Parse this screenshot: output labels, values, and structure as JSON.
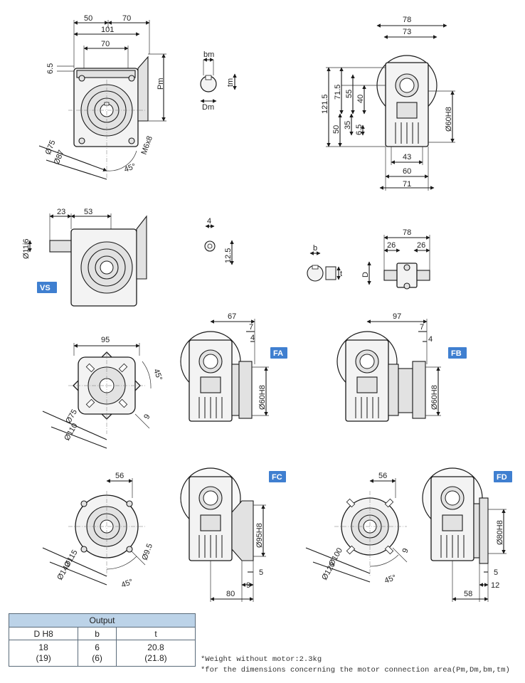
{
  "views": {
    "top_left": {
      "dims": [
        "50",
        "70",
        "101",
        "70",
        "6.5",
        "Pm",
        "Ø75",
        "Ø87",
        "M6x8",
        "45°"
      ]
    },
    "shaft_key": {
      "dims": [
        "bm",
        "tm",
        "Dm"
      ]
    },
    "top_right": {
      "dims": [
        "78",
        "73",
        "121.5",
        "71.5",
        "55",
        "40",
        "50",
        "35",
        "6.5",
        "Ø60H8",
        "43",
        "60",
        "71"
      ]
    },
    "vs": {
      "label": "VS",
      "dims": [
        "23",
        "53",
        "Ø11j6"
      ]
    },
    "small_key": {
      "dims": [
        "4",
        "12.5"
      ]
    },
    "output_key": {
      "dims": [
        "b",
        "t",
        "D"
      ]
    },
    "double_shaft": {
      "dims": [
        "78",
        "26",
        "26"
      ]
    },
    "flange_sq": {
      "dims": [
        "95",
        "45°",
        "Ø75",
        "Ø110",
        "9"
      ]
    },
    "fa": {
      "label": "FA",
      "dims": [
        "67",
        "7",
        "4",
        "Ø60H8"
      ]
    },
    "fb": {
      "label": "FB",
      "dims": [
        "97",
        "7",
        "4",
        "Ø60H8"
      ]
    },
    "flange_round1": {
      "dims": [
        "56",
        "Ø9.5",
        "Ø115",
        "Ø140",
        "45°"
      ]
    },
    "fc": {
      "label": "FC",
      "dims": [
        "Ø95H8",
        "5",
        "9",
        "80"
      ]
    },
    "flange_round2": {
      "dims": [
        "56",
        "9",
        "Ø100",
        "Ø120",
        "45°"
      ]
    },
    "fd": {
      "label": "FD",
      "dims": [
        "Ø80H8",
        "5",
        "12",
        "58"
      ]
    }
  },
  "output_table": {
    "title": "Output",
    "headers": [
      "D H8",
      "b",
      "t"
    ],
    "values": [
      "18\n(19)",
      "6\n(6)",
      "20.8\n(21.8)"
    ]
  },
  "notes": [
    "*Weight without motor:2.3kg",
    "*for the dimensions concerning the motor connection area(Pm,Dm,bm,tm)"
  ],
  "colors": {
    "tag": "#3f7fd0",
    "table_header": "#bcd3e8",
    "line": "#1a1a1a"
  }
}
